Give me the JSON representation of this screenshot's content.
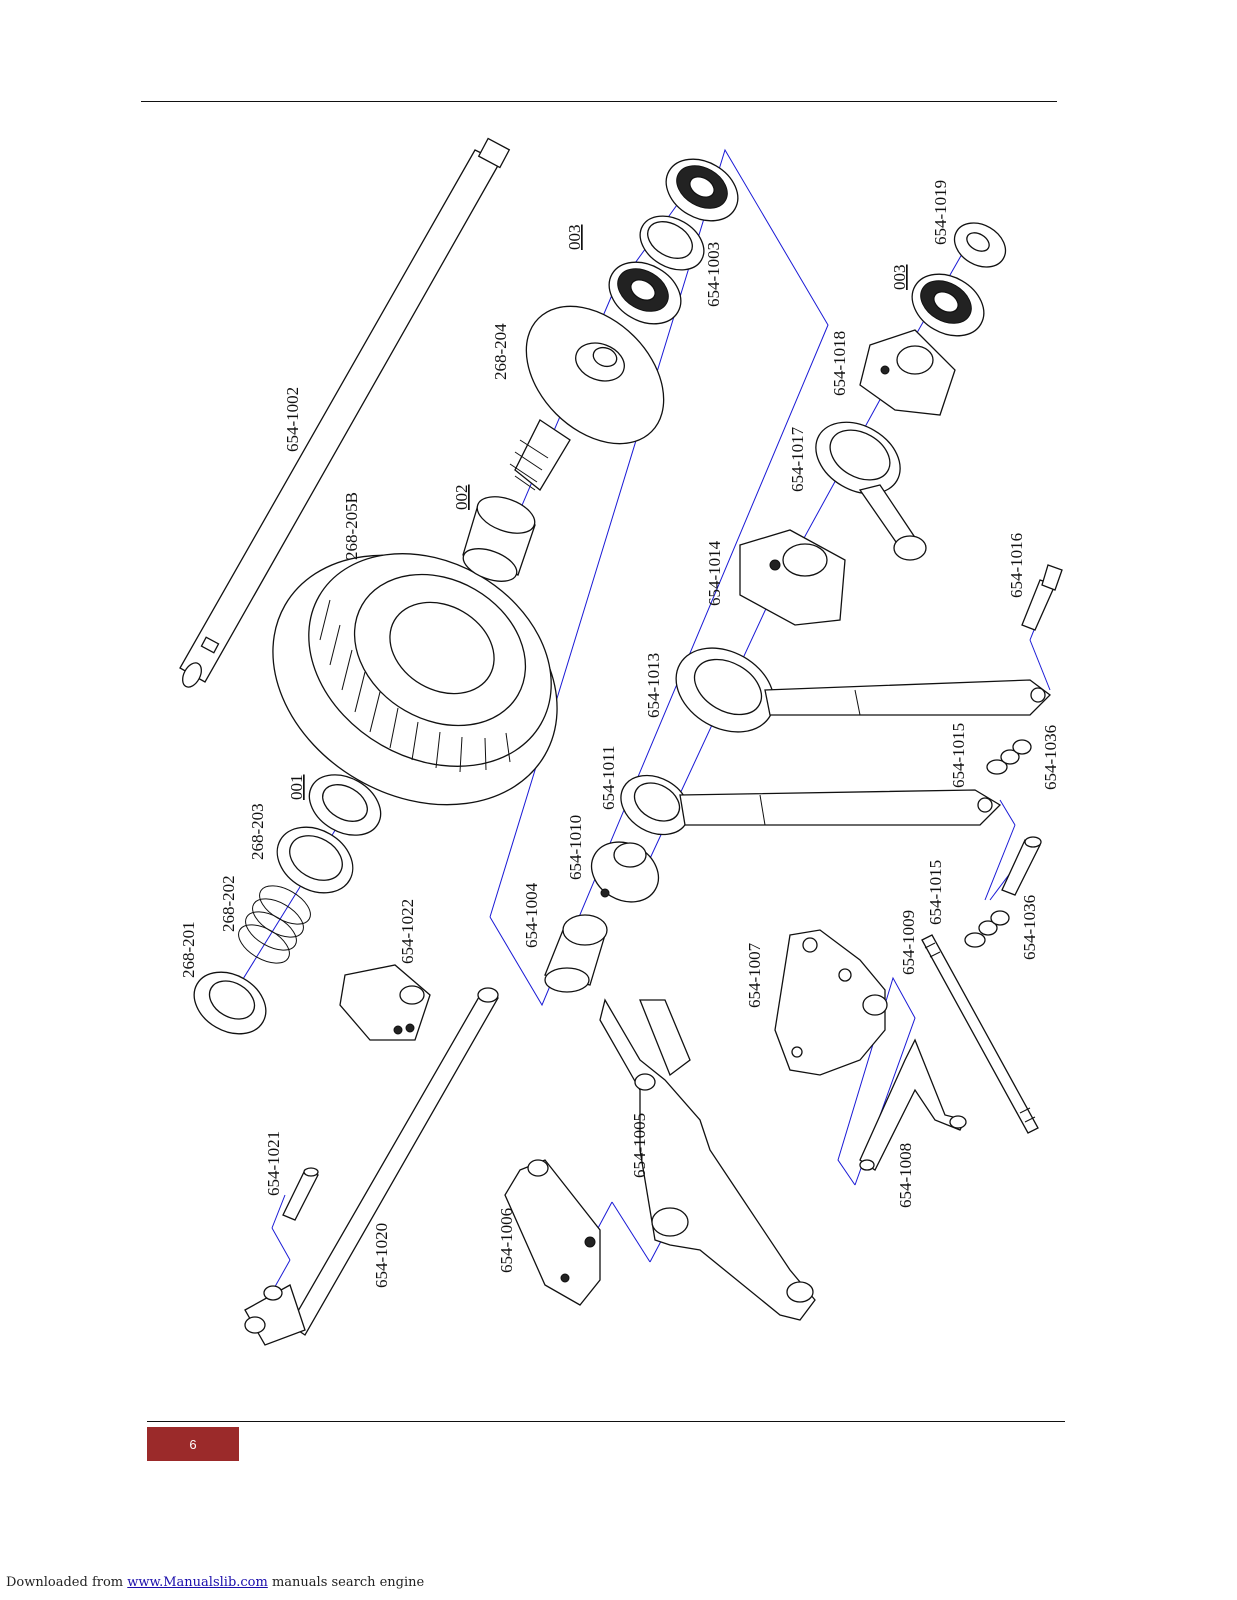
{
  "page_number": "6",
  "footer": {
    "prefix": "Downloaded from ",
    "link_text": "www.Manualslib.com",
    "suffix": " manuals search engine"
  },
  "labels": {
    "p654_1002": "654-1002",
    "p268_205B": "268-205B",
    "p002": "002",
    "p268_204": "268-204",
    "p003_a": "003",
    "p654_1003": "654-1003",
    "p003_b": "003",
    "p654_1019": "654-1019",
    "p654_1018": "654-1018",
    "p654_1017": "654-1017",
    "p654_1014": "654-1014",
    "p654_1016": "654-1016",
    "p654_1013": "654-1013",
    "p654_1015_a": "654-1015",
    "p654_1036_a": "654-1036",
    "p654_1011": "654-1011",
    "p654_1010": "654-1010",
    "p654_1004": "654-1004",
    "p001": "001",
    "p268_203": "268-203",
    "p268_202": "268-202",
    "p268_201": "268-201",
    "p654_1022": "654-1022",
    "p654_1015_b": "654-1015",
    "p654_1036_b": "654-1036",
    "p654_1009": "654-1009",
    "p654_1007": "654-1007",
    "p654_1005": "654-1005",
    "p654_1021": "654-1021",
    "p654_1020": "654-1020",
    "p654_1006": "654-1006",
    "p654_1008": "654-1008"
  }
}
